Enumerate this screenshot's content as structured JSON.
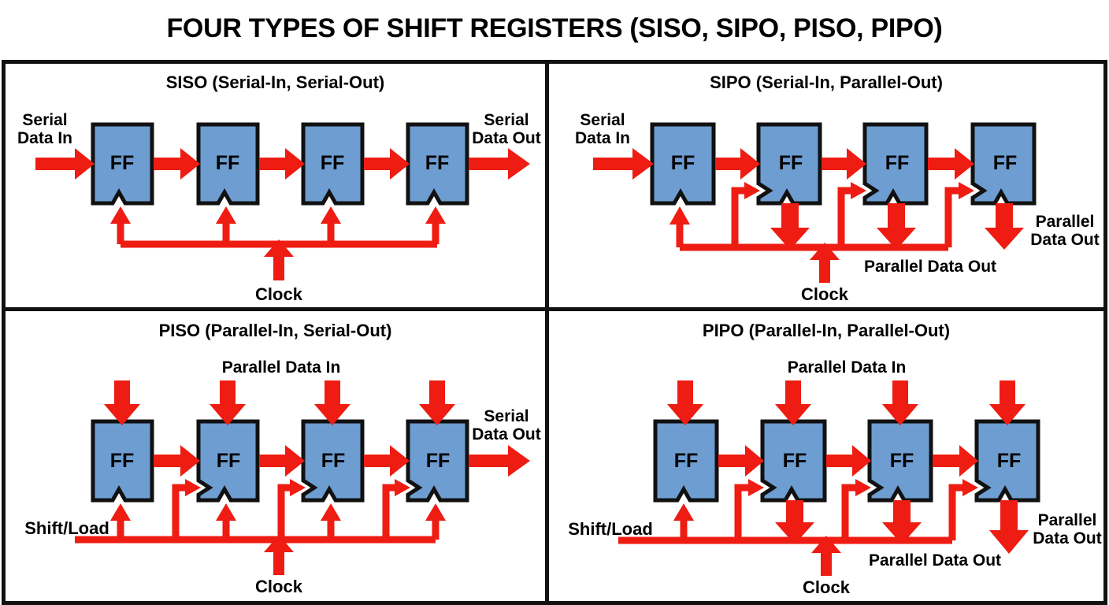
{
  "page": {
    "title": "FOUR TYPES OF SHIFT REGISTERS (SISO, SIPO, PISO, PIPO)",
    "background": "#ffffff",
    "colors": {
      "arrow_red": "#ee1c12",
      "block_blue": "#6d9dd1",
      "block_outline": "#111111",
      "text": "#000000",
      "panel_border": "#111111"
    }
  },
  "panels": [
    {
      "id": "siso",
      "title": "SISO (Serial-In, Serial-Out)",
      "flipflop_label": "FF",
      "flipflop_count": 4,
      "input_label": "Serial\nData In",
      "input_label_line1": "Serial",
      "input_label_line2": "Data In",
      "output_label_line1": "Serial",
      "output_label_line2": "Data Out",
      "clock_label": "Clock",
      "control_label": "",
      "has_parallel_in": false,
      "has_parallel_out": false,
      "has_serial_in": true,
      "has_serial_out": true,
      "has_shift_load": false,
      "clock_feed": "all-notch"
    },
    {
      "id": "sipo",
      "title": "SIPO (Serial-In, Parallel-Out)",
      "flipflop_label": "FF",
      "flipflop_count": 4,
      "input_label_line1": "Serial",
      "input_label_line2": "Data In",
      "output_label_line1": "Parallel",
      "output_label_line2": "Data Out",
      "parallel_out_label": "Parallel Data Out",
      "clock_label": "Clock",
      "has_parallel_in": false,
      "has_parallel_out": true,
      "has_serial_in": true,
      "has_serial_out": false,
      "has_shift_load": false,
      "clock_feed": "first-notch-rest-edge"
    },
    {
      "id": "piso",
      "title": "PISO (Parallel-In, Serial-Out)",
      "flipflop_label": "FF",
      "flipflop_count": 4,
      "parallel_in_label": "Parallel Data In",
      "output_label_line1": "Serial",
      "output_label_line2": "Data Out",
      "shift_load_label": "Shift/Load",
      "clock_label": "Clock",
      "has_parallel_in": true,
      "has_parallel_out": false,
      "has_serial_in": false,
      "has_serial_out": true,
      "has_shift_load": true,
      "clock_feed": "all-notch-plus-edge"
    },
    {
      "id": "pipo",
      "title": "PIPO (Parallel-In, Parallel-Out)",
      "flipflop_label": "FF",
      "flipflop_count": 4,
      "parallel_in_label": "Parallel Data In",
      "output_label_line1": "Parallel",
      "output_label_line2": "Data Out",
      "parallel_out_label": "Parallel Data Out",
      "shift_load_label": "Shift/Load",
      "clock_label": "Clock",
      "has_parallel_in": true,
      "has_parallel_out": true,
      "has_serial_in": false,
      "has_serial_out": false,
      "has_shift_load": true,
      "clock_feed": "first-notch-rest-edge"
    }
  ]
}
